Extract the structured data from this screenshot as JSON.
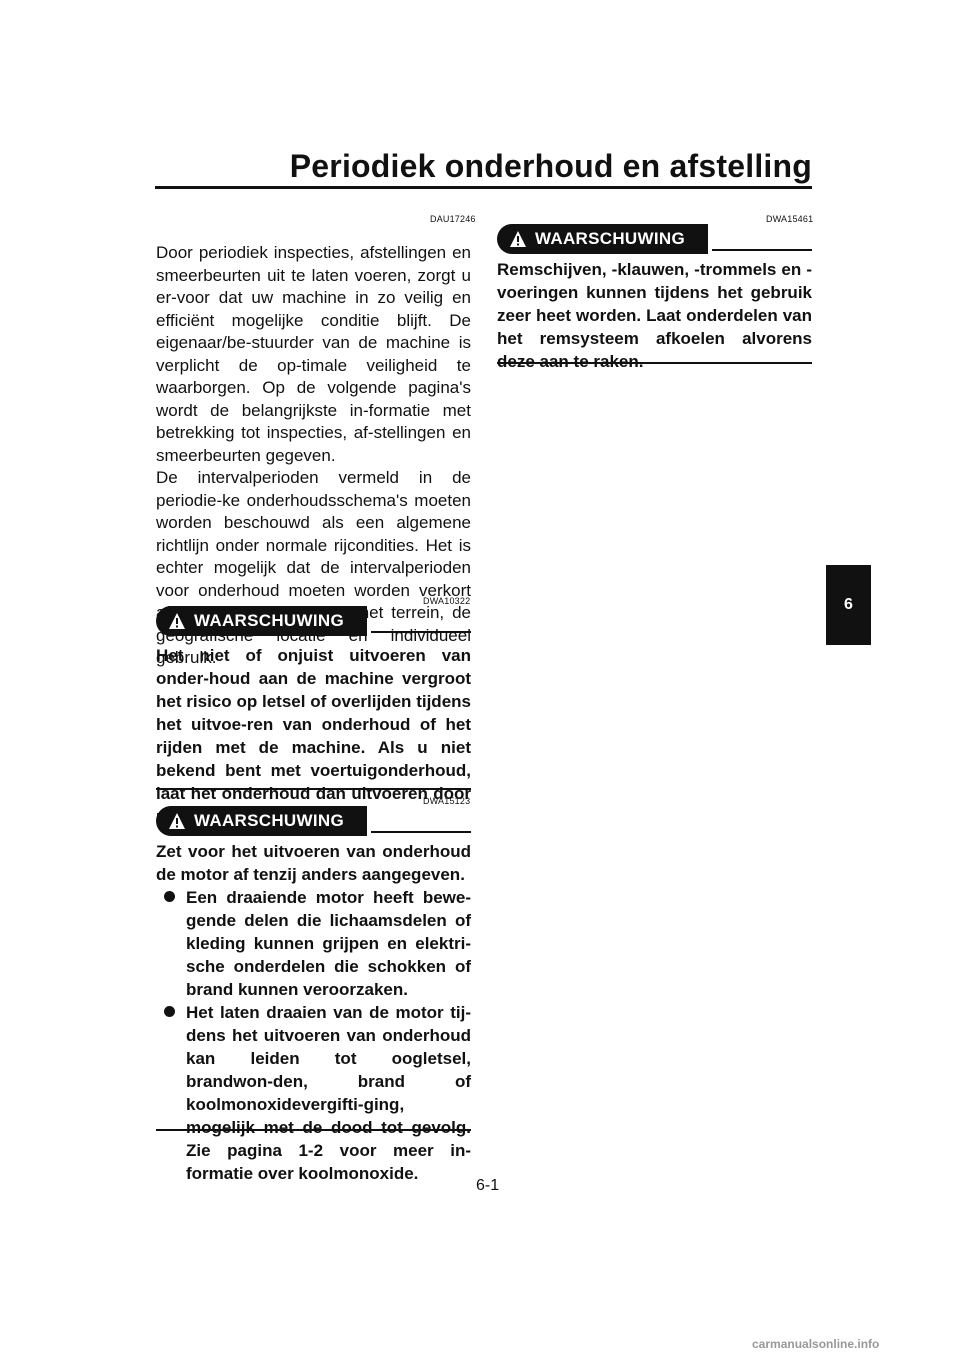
{
  "header": {
    "title": "Periodiek onderhoud en afstelling"
  },
  "left": {
    "code": "DAU17246",
    "para1": "Door periodiek inspecties, afstellingen en smeerbeurten uit te laten voeren, zorgt u er-voor dat uw machine in zo veilig en efficiënt mogelijke conditie blijft. De eigenaar/be-stuurder van de machine is verplicht de op-timale veiligheid te waarborgen. Op de volgende pagina's wordt de belangrijkste in-formatie met betrekking tot inspecties, af-stellingen en smeerbeurten gegeven.",
    "para2": "De intervalperioden vermeld in de periodie-ke onderhoudsschema's moeten worden beschouwd als een algemene richtlijn onder normale rijcondities. Het is echter mogelijk dat de intervalperioden voor onderhoud moeten worden verkort afhankelijk van het weer, het terrein, de geografische locatie en individueel gebruik.",
    "warning1": {
      "code": "DWA10322",
      "label": "WAARSCHUWING",
      "text": "Het niet of onjuist uitvoeren van onder-houd aan de machine vergroot het risico op letsel of overlijden tijdens het uitvoe-ren van onderhoud of het rijden met de machine. Als u niet bekend bent met voertuigonderhoud, laat het onderhoud dan uitvoeren door uw Yamaha dealer."
    },
    "warning2": {
      "code": "DWA15123",
      "label": "WAARSCHUWING",
      "intro": "Zet voor het uitvoeren van onderhoud de motor af tenzij anders aangegeven.",
      "bullets": [
        "Een draaiende motor heeft bewe-gende delen die lichaamsdelen of kleding kunnen grijpen en elektri-sche onderdelen die schokken of brand kunnen veroorzaken.",
        "Het laten draaien van de motor tij-dens het uitvoeren van onderhoud kan leiden tot oogletsel, brandwon-den, brand of koolmonoxidevergifti-ging, mogelijk met de dood tot gevolg. Zie pagina 1-2 voor meer in-formatie over koolmonoxide."
      ]
    }
  },
  "right": {
    "warning3": {
      "code": "DWA15461",
      "label": "WAARSCHUWING",
      "text": "Remschijven, -klauwen, -trommels en -voeringen kunnen tijdens het gebruik zeer heet worden. Laat onderdelen van het remsysteem afkoelen alvorens deze aan te raken."
    }
  },
  "side_tab": "6",
  "page_number": "6-1",
  "footer": "carmanualsonline.info"
}
